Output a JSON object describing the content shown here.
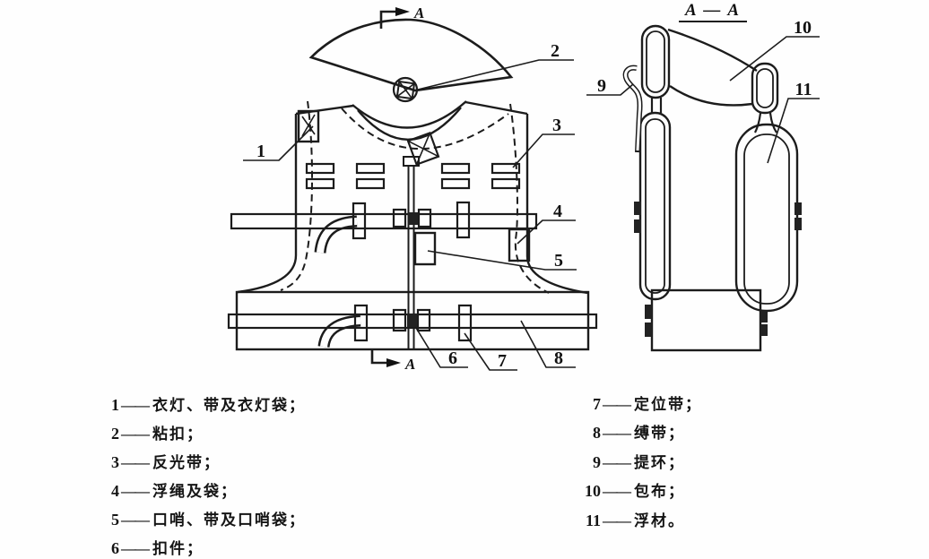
{
  "figure": {
    "cutline_label": "A",
    "section_title": "A — A"
  },
  "legend": {
    "separator": "——",
    "left": [
      {
        "num": "1",
        "label": "衣灯、带及衣灯袋；"
      },
      {
        "num": "2",
        "label": "粘扣；"
      },
      {
        "num": "3",
        "label": "反光带；"
      },
      {
        "num": "4",
        "label": "浮绳及袋；"
      },
      {
        "num": "5",
        "label": "口哨、带及口哨袋；"
      },
      {
        "num": "6",
        "label": "扣件；"
      }
    ],
    "right": [
      {
        "num": "7",
        "label": "定位带；"
      },
      {
        "num": "8",
        "label": "缚带；"
      },
      {
        "num": "9",
        "label": "提环；"
      },
      {
        "num": "10",
        "label": "包布；"
      },
      {
        "num": "11",
        "label": "浮材。"
      }
    ]
  },
  "colors": {
    "ink": "#1c1c1c",
    "paper": "#fefefe"
  }
}
